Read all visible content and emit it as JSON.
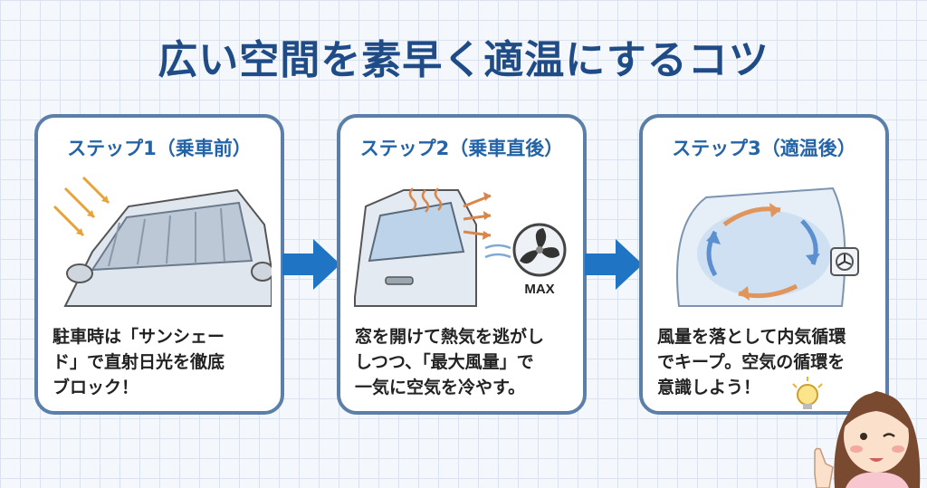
{
  "title": "広い空間を素早く適温にするコツ",
  "steps": [
    {
      "label": "ステップ1（乗車前）",
      "text": "駐車時は「サンシェー\nド」で直射日光を徹底\nブロック！"
    },
    {
      "label": "ステップ2（乗車直後）",
      "text": "窓を開けて熱気を逃がし\nしつつ、「最大風量」で\n一気に空気を冷やす。",
      "fan_label": "MAX"
    },
    {
      "label": "ステップ3（適温後）",
      "text": "風量を落として内気循環\nでキープ。空気の循環を\n意識しよう！"
    }
  ],
  "colors": {
    "title": "#1f4b86",
    "step_label": "#2363a8",
    "card_border": "#5b7fa8",
    "arrow": "#1f74c4",
    "circulation_arrows": "#e0955a",
    "circulation_arrows_blue": "#5b8fd0"
  },
  "icons": [
    "sun-rays-icon",
    "sunshade-icon",
    "heat-waves-icon",
    "fan-icon",
    "circulation-arrows-icon",
    "lightbulb-icon"
  ]
}
